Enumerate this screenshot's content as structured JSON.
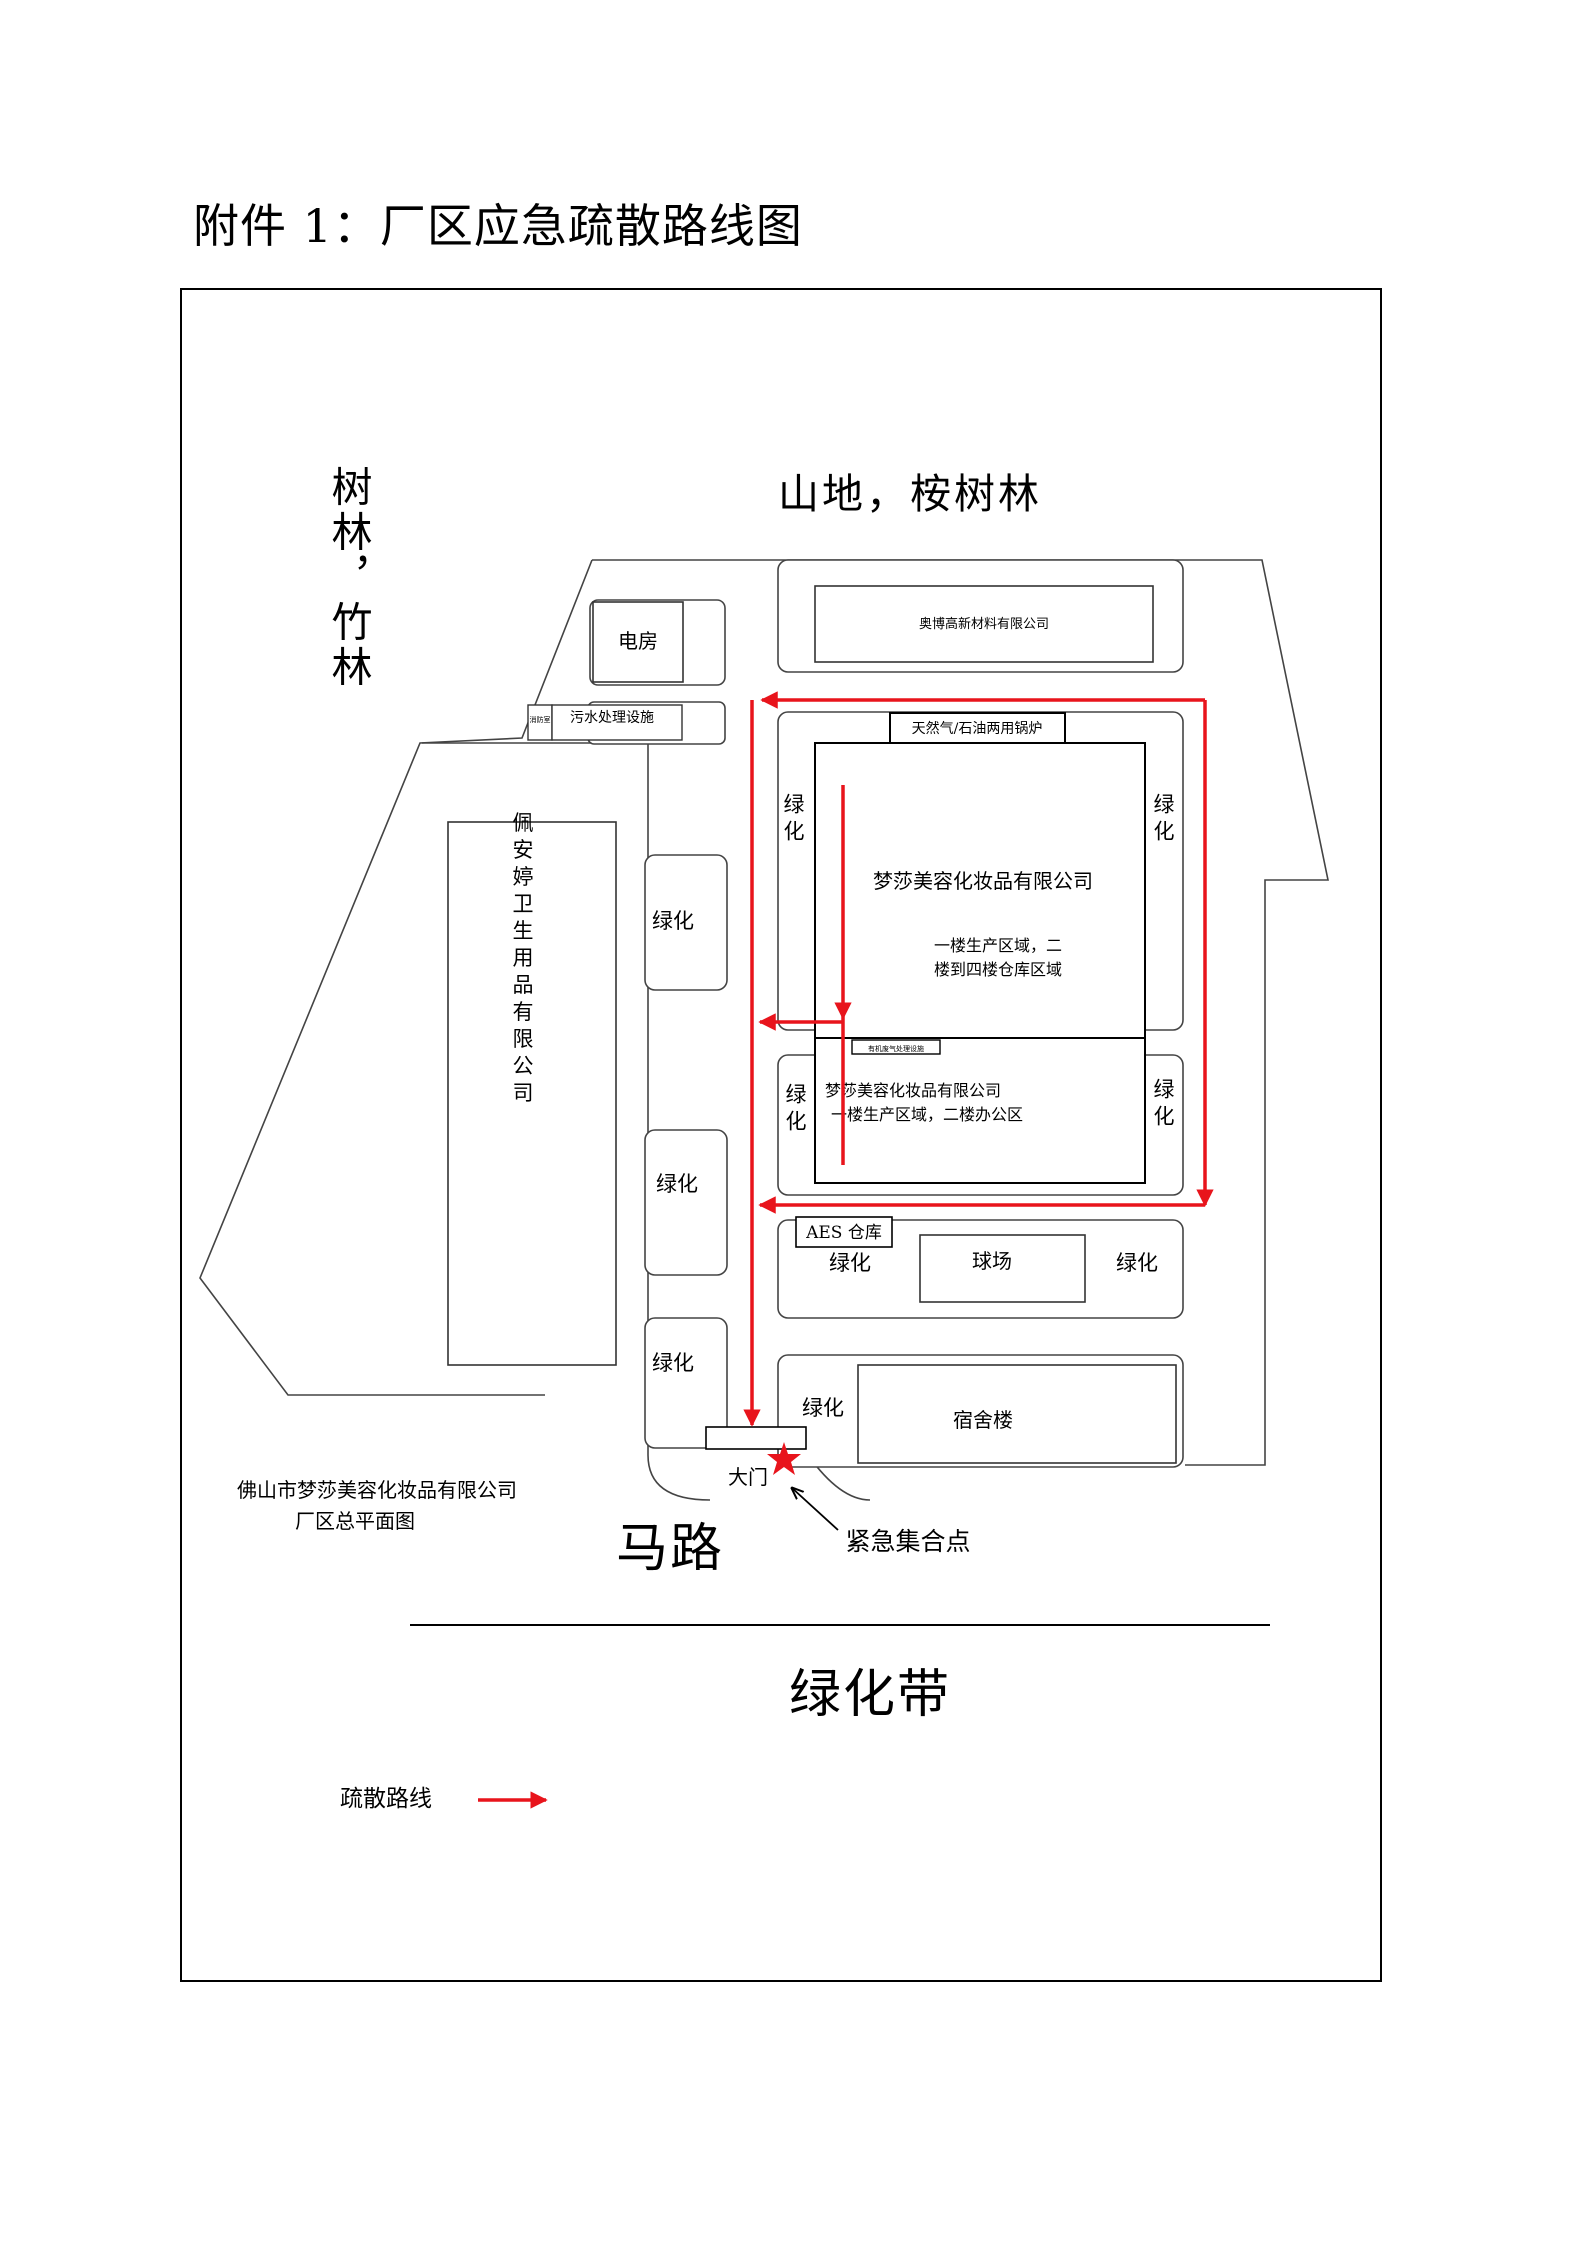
{
  "page": {
    "heading": "附件 1：厂区应急疏散路线图"
  },
  "map": {
    "surroundings": {
      "north": "山地，桉树林",
      "west": "树林，竹林",
      "south_road": "马路",
      "south_belt": "绿化带"
    },
    "buildings": {
      "power_room": "电房",
      "sewage_facility": "污水处理设施",
      "small_room": "消防室",
      "aobo": "奥博高新材料有限公司",
      "boiler": "天然气/石油两用锅炉",
      "peianting": "佩安婷卫生用品有限公司",
      "mengsha_main_name": "梦莎美容化妆品有限公司",
      "mengsha_main_desc_line1": "一楼生产区域，二",
      "mengsha_main_desc_line2": "楼到四楼仓库区域",
      "exhaust_facility": "有机废气处理设施",
      "mengsha_south_name": "梦莎美容化妆品有限公司",
      "mengsha_south_desc": "一楼生产区域，二楼办公区",
      "aes_warehouse": "AES 仓库",
      "court": "球场",
      "dormitory": "宿舍楼",
      "gate": "大门"
    },
    "green_label": "绿化",
    "assembly_point": "紧急集合点",
    "plan_caption_line1": "佛山市梦莎美容化妆品有限公司",
    "plan_caption_line2": "厂区总平面图",
    "legend": {
      "label": "疏散路线",
      "color": "#e8141c"
    },
    "colors": {
      "route": "#e8141c",
      "assembly_star": "#e8141c"
    }
  }
}
